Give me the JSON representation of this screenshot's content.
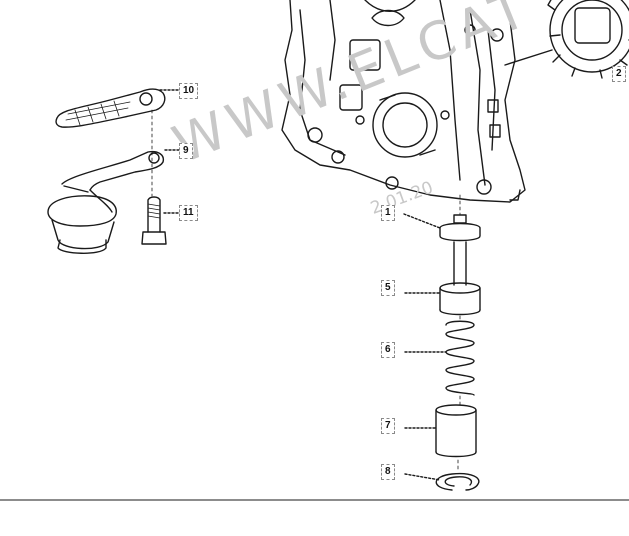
{
  "diagram": {
    "watermark_text": "WWW.ELCAT",
    "date_stamp": "2 01.20",
    "part_numbers": [
      "10",
      "9",
      "11",
      "1",
      "2",
      "5",
      "6",
      "7",
      "8"
    ],
    "colors": {
      "line": "#1a1a1a",
      "watermark": "#c8c8c8",
      "callout_border": "#8a8a8a"
    }
  }
}
